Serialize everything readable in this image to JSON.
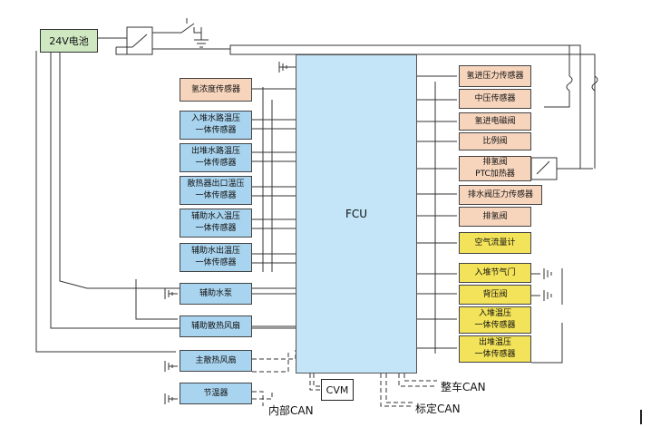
{
  "battery": "24V电池",
  "fcu": "FCU",
  "cvm": "CVM",
  "left_sensors": [
    {
      "id": "h2-conc",
      "label": "氢浓度传感器",
      "style": "peach"
    },
    {
      "id": "stack-in-water",
      "label": "入堆水路温压\n一体传感器",
      "style": "blue"
    },
    {
      "id": "stack-out-water",
      "label": "出堆水路温压\n一体传感器",
      "style": "blue"
    },
    {
      "id": "radiator-out",
      "label": "散热器出口温压\n一体传感器",
      "style": "blue"
    },
    {
      "id": "aux-water-in",
      "label": "辅助水入温压\n一体传感器",
      "style": "blue"
    },
    {
      "id": "aux-water-out",
      "label": "辅助水出温压\n一体传感器",
      "style": "blue"
    }
  ],
  "left_actuators": [
    {
      "id": "aux-pump",
      "label": "辅助水泵",
      "style": "blue"
    },
    {
      "id": "aux-fan",
      "label": "辅助散热风扇",
      "style": "blue"
    },
    {
      "id": "main-fan",
      "label": "主散热风扇",
      "style": "blue"
    },
    {
      "id": "thermostat",
      "label": "节温器",
      "style": "blue"
    }
  ],
  "right_items": [
    {
      "id": "h2-in-pressure",
      "label": "氢进压力传感器",
      "style": "peach"
    },
    {
      "id": "mid-pressure",
      "label": "中压传感器",
      "style": "peach"
    },
    {
      "id": "h2-solenoid",
      "label": "氢进电磁阀",
      "style": "peach"
    },
    {
      "id": "prop-valve",
      "label": "比例阀",
      "style": "peach"
    },
    {
      "id": "h2-purge-ptc",
      "label": "排氢阀\nPTC加热器",
      "style": "peach"
    },
    {
      "id": "drain-pressure",
      "label": "排水阀压力传感器",
      "style": "peach"
    },
    {
      "id": "h2-purge",
      "label": "排氢阀",
      "style": "peach"
    },
    {
      "id": "air-flow",
      "label": "空气流量计",
      "style": "yellow"
    },
    {
      "id": "throttle",
      "label": "入堆节气门",
      "style": "yellow"
    },
    {
      "id": "back-pressure",
      "label": "背压阀",
      "style": "yellow"
    },
    {
      "id": "stack-in-sensor",
      "label": "入堆温压\n一体传感器",
      "style": "yellow"
    },
    {
      "id": "stack-out-sensor",
      "label": "出堆温压\n一体传感器",
      "style": "yellow"
    }
  ],
  "can_labels": {
    "vehicle": "整车CAN",
    "internal": "内部CAN",
    "calibration": "标定CAN"
  }
}
